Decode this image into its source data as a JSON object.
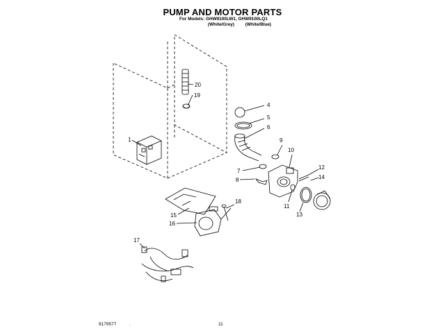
{
  "header": {
    "title": "PUMP AND MOTOR PARTS",
    "models_line": "For Models: GHW9100LW1, GHW9100LQ1",
    "variant_grey": "(White/Grey)",
    "variant_blue": "(White/Blue)"
  },
  "callouts": [
    "1",
    "4",
    "5",
    "6",
    "7",
    "8",
    "9",
    "10",
    "11",
    "12",
    "13",
    "14",
    "15",
    "16",
    "17",
    "18",
    "19",
    "20"
  ],
  "footer": {
    "doc_number": "8179577",
    "dot": ".",
    "page": "11"
  }
}
